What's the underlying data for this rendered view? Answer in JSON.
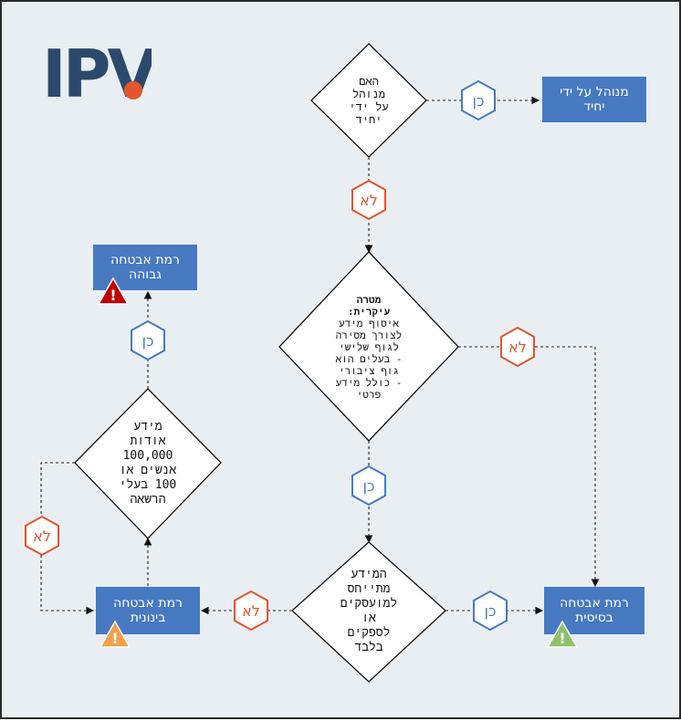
{
  "logo": {
    "text": "IPV",
    "dot_color": "#e2552d",
    "text_color": "#2b4a6b"
  },
  "colors": {
    "box": "#4779c1",
    "no_badge": "#e2552d",
    "yes_badge": "#4779c1",
    "warn_high": "#c00000",
    "warn_mid": "#f0a04b",
    "warn_low": "#8dc36a"
  },
  "nodes": {
    "q_individual": {
      "text": "האם\nמנוהל\nעל ידי\nיחיד"
    },
    "out_individual": {
      "text": "מנוהל על ידי\nיחיד"
    },
    "q_purpose": {
      "title": "מטרה\nעיקרית:",
      "text": "איסוף מידע\nלצורך מסירה\nלגוף שלישי\n- בעלים הוא\nגוף ציבורי\n- כולל מידע\nפרטי"
    },
    "q_employees": {
      "text": "המידע\nמתייחס\nלמועסקים\nאו\nלספקים\nבלבד"
    },
    "q_size": {
      "text": "מידע\nאודות\n100,000\nאנשים או\n100 בעלי\nהרשאה"
    },
    "out_high": {
      "text": "רמת אבטחה\nגבוהה"
    },
    "out_mid": {
      "text": "רמת אבטחה\nבינונית"
    },
    "out_basic": {
      "text": "רמת אבטחה\nבסיסית"
    }
  },
  "labels": {
    "yes": "כן",
    "no": "לא"
  },
  "warning_icons": {
    "high": "warning-icon",
    "mid": "warning-icon",
    "low": "warning-icon",
    "glyph": "!"
  }
}
